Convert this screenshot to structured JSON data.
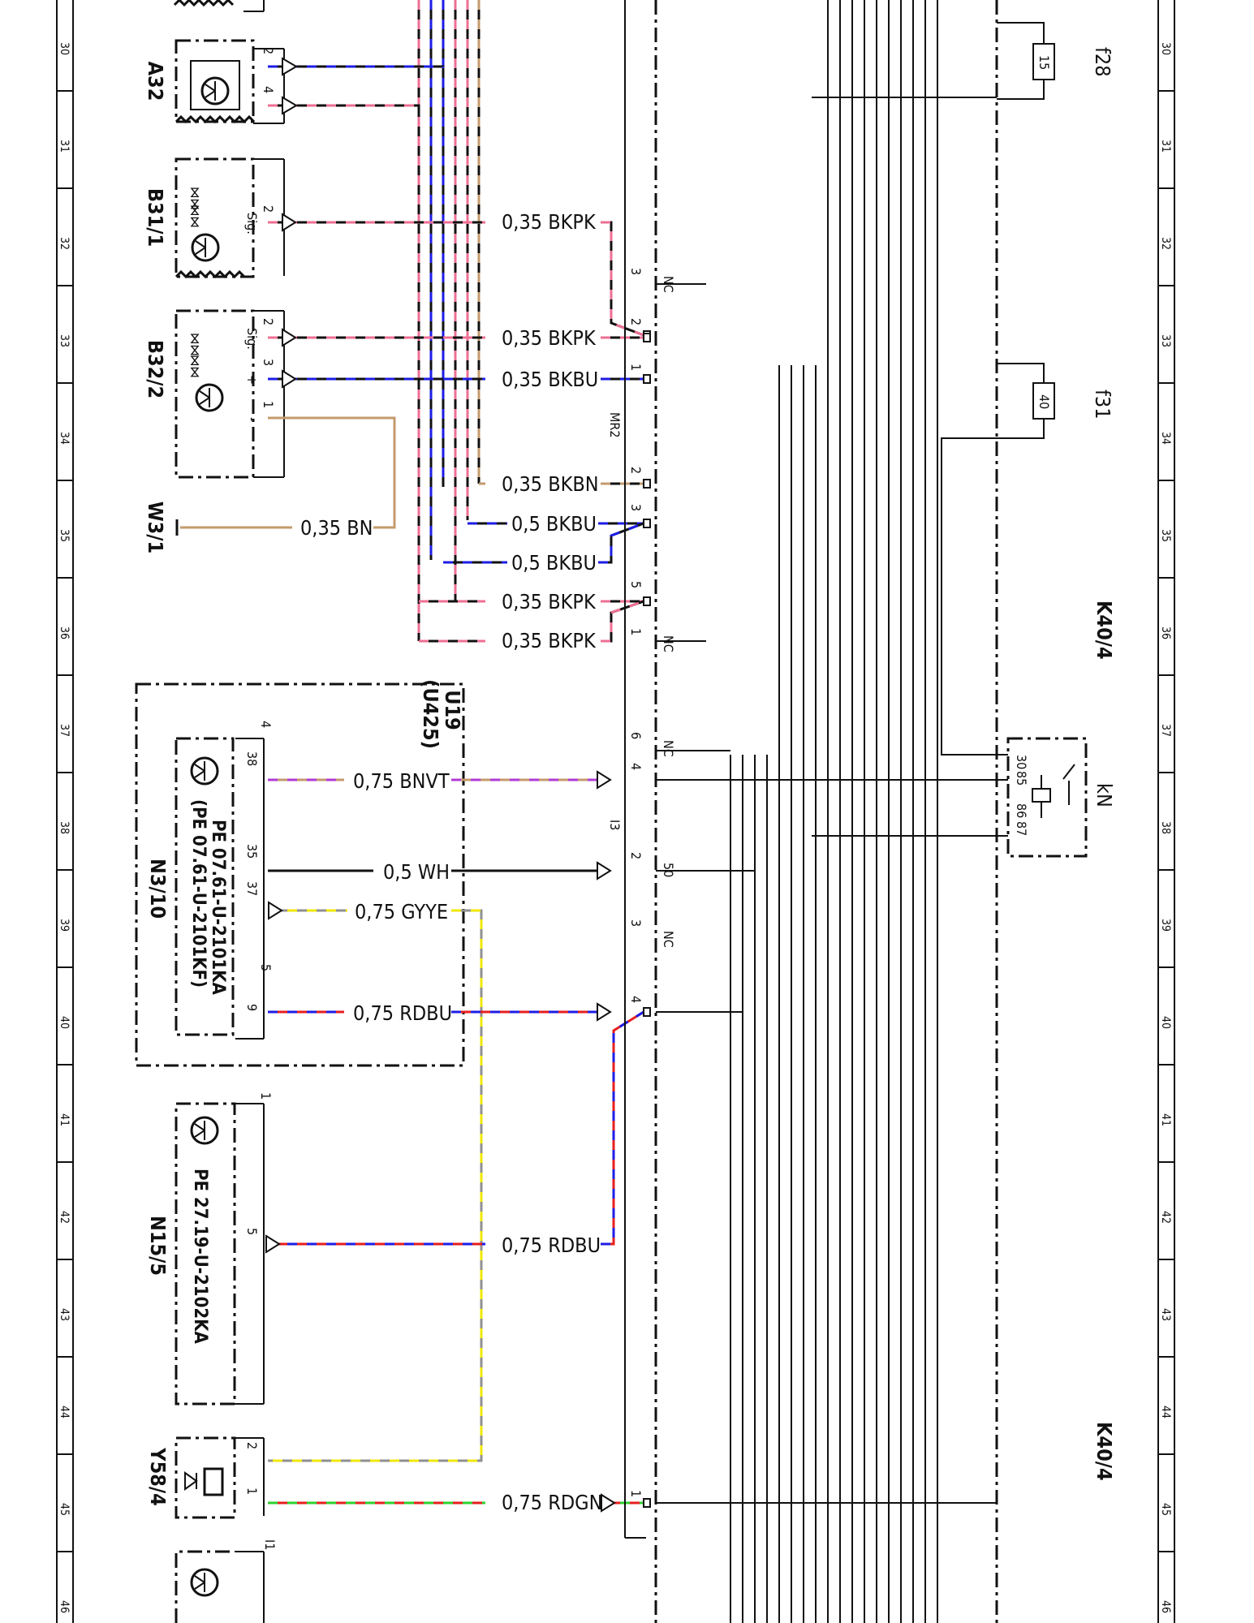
{
  "colors": {
    "BK": "#111111",
    "PK": "#ee6f93",
    "BU": "#1d1de6",
    "BN": "#c49a6c",
    "VT": "#b03ad6",
    "GY": "#909090",
    "YE": "#f1e800",
    "RD": "#e61e1e",
    "GN": "#2ed12e",
    "WH": "#111111"
  },
  "zones": [
    "30",
    "31",
    "32",
    "33",
    "34",
    "35",
    "36",
    "37",
    "38",
    "39",
    "40",
    "41",
    "42",
    "43",
    "44",
    "45",
    "46"
  ],
  "components": {
    "a32": "A32",
    "b31_1": "B31/1",
    "b32_2": "B32/2",
    "w3_1": "W3/1",
    "u19": "U19",
    "u425": "(U425)",
    "n3_10": "N3/10",
    "n15_5": "N15/5",
    "y58_4": "Y58/4",
    "k40_4_top": "K40/4",
    "k40_4_bottom": "K40/4",
    "f28": "f28",
    "f31": "f31",
    "kn": "kN",
    "mr2": "MR2",
    "i3": "I3",
    "i1": "I1"
  },
  "fuses": {
    "f28_rating": "15",
    "f31_rating": "40"
  },
  "relay_pins": {
    "p30": "30",
    "p85": "85",
    "p86": "86",
    "p87": "87"
  },
  "part_numbers": {
    "n3_10_a": "PE 07.61-U-2101KA",
    "n3_10_b": "(PE 07.61-U-2101KF)",
    "n15_5": "PE 27.19-U-2102KA"
  },
  "pin_labels": {
    "a32_p2": "2",
    "a32_p4": "4",
    "b31_sig": "Sig.",
    "b31_p2": "2",
    "b32_sig": "Sig.",
    "b32_p2": "2",
    "b32_plus": "+",
    "b32_p3": "3",
    "b32_minus": "-",
    "b32_p1": "1",
    "mr2_3a": "3",
    "mr2_2a": "2",
    "mr2_1a": "1",
    "mr2_2b": "2",
    "mr2_3b": "3",
    "mr2_5": "5",
    "mr2_1b": "1",
    "mr2_6": "6",
    "mr2_4": "4",
    "i3_2": "2",
    "i3_3": "3",
    "i3_4": "4",
    "y58_p1": "1",
    "y58_p2": "2",
    "k40_p1": "1",
    "u19_4": "4",
    "u19_5": "5",
    "n15_1": "1",
    "n3_38": "38",
    "n3_35": "35",
    "n3_37": "37",
    "n3_9": "9",
    "n15_5pin": "5",
    "nc1": "NC",
    "nc2": "NC",
    "nc3": "NC",
    "nc4": "NC",
    "p50": "50"
  },
  "wires": [
    {
      "id": "w-b31-sig",
      "label": "0,35 BKPK",
      "colors": [
        "BK",
        "PK"
      ]
    },
    {
      "id": "w-b32-sig",
      "label": "0,35 BKPK",
      "colors": [
        "BK",
        "PK"
      ]
    },
    {
      "id": "w-b32-plus",
      "label": "0,35 BKBU",
      "colors": [
        "BK",
        "BU"
      ]
    },
    {
      "id": "w-bkbn",
      "label": "0,35 BKBN",
      "colors": [
        "BK",
        "BN"
      ]
    },
    {
      "id": "w-bkbu-1",
      "label": "0,5 BKBU",
      "colors": [
        "BK",
        "BU"
      ]
    },
    {
      "id": "w-bkbu-2",
      "label": "0,5 BKBU",
      "colors": [
        "BK",
        "BU"
      ]
    },
    {
      "id": "w-bkpk-3",
      "label": "0,35 BKPK",
      "colors": [
        "BK",
        "PK"
      ]
    },
    {
      "id": "w-bkpk-4",
      "label": "0,35 BKPK",
      "colors": [
        "BK",
        "PK"
      ]
    },
    {
      "id": "w-w3-bn",
      "label": "0,35 BN",
      "colors": [
        "BN"
      ]
    },
    {
      "id": "w-bnvt",
      "label": "0,75 BNVT",
      "colors": [
        "BN",
        "VT"
      ]
    },
    {
      "id": "w-wh",
      "label": "0,5 WH",
      "colors": [
        "WH"
      ]
    },
    {
      "id": "w-gyye",
      "label": "0,75 GYYE",
      "colors": [
        "GY",
        "YE"
      ]
    },
    {
      "id": "w-rdbu-1",
      "label": "0,75 RDBU",
      "colors": [
        "RD",
        "BU"
      ]
    },
    {
      "id": "w-rdbu-2",
      "label": "0,75 RDBU",
      "colors": [
        "RD",
        "BU"
      ]
    },
    {
      "id": "w-rdgn",
      "label": "0,75 RDGN",
      "colors": [
        "RD",
        "GN"
      ]
    }
  ]
}
